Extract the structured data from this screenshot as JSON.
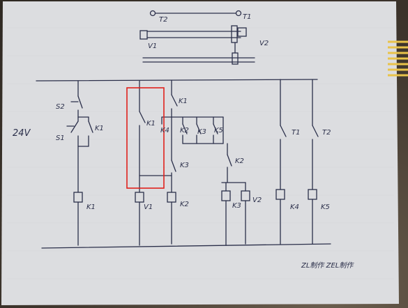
{
  "labels": {
    "t2_top": "T2",
    "t1_top": "T1",
    "v1_top": "V1",
    "v2_top": "V2",
    "s2": "S2",
    "s1": "S1",
    "voltage": "24V",
    "k1_contact_rung1": "K1",
    "k1_contact_rung2": "K1",
    "k4_label": "K4",
    "k1_top_rung3": "K1",
    "k2_contact": "K2",
    "k3_contact": "K3",
    "k5_contact": "K5",
    "k3_series": "K3",
    "k2_series": "K2",
    "t1_contact": "T1",
    "t2_contact": "T2",
    "coil_k1": "K1",
    "coil_v1": "V1",
    "coil_k2": "K2",
    "coil_k3": "K3",
    "coil_v2": "V2",
    "coil_k4": "K4",
    "coil_k5": "K5",
    "signature": "ZL制作 ZEL制作"
  },
  "colors": {
    "paper": "#dcdde0",
    "ink": "#2b2f4a",
    "highlight_box": "#e0201c",
    "tape": "#e9c34a"
  }
}
